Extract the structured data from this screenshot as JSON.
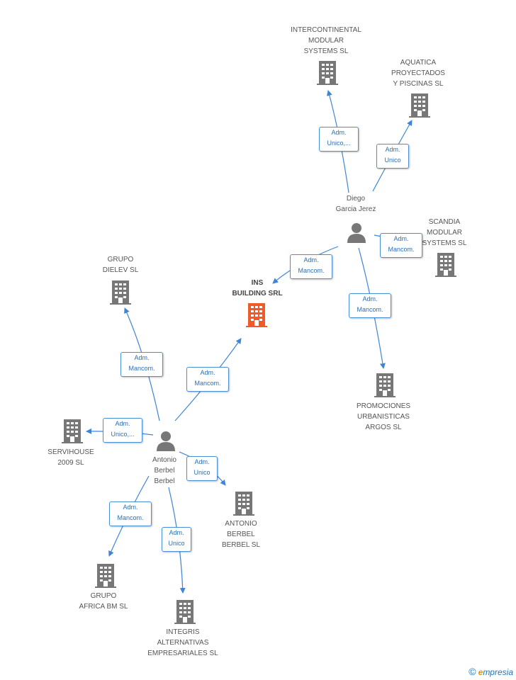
{
  "colors": {
    "edge": "#3d85d6",
    "building": "#777777",
    "building_center": "#f05a28",
    "person": "#777777",
    "label_border": "#4a90d9"
  },
  "center": {
    "name": "INS\nBUILDING SRL"
  },
  "persons": [
    {
      "id": "diego",
      "name": "Diego\nGarcia Jerez"
    },
    {
      "id": "antonio",
      "name": "Antonio\nBerbel\nBerbel"
    }
  ],
  "companies": [
    {
      "id": "intercontinental",
      "name": "INTERCONTINENTAL\nMODULAR\nSYSTEMS SL"
    },
    {
      "id": "aquatica",
      "name": "AQUATICA\nPROYECTADOS\nY PISCINAS SL"
    },
    {
      "id": "scandia",
      "name": "SCANDIA\nMODULAR\nSYSTEMS SL"
    },
    {
      "id": "promociones",
      "name": "PROMOCIONES\nURBANISTICAS\nARGOS SL"
    },
    {
      "id": "dielev",
      "name": "GRUPO\nDIELEV SL"
    },
    {
      "id": "servihouse",
      "name": "SERVIHOUSE\n2009 SL"
    },
    {
      "id": "antoniobb",
      "name": "ANTONIO\nBERBEL\nBERBEL SL"
    },
    {
      "id": "africa",
      "name": "GRUPO\nAFRICA BM SL"
    },
    {
      "id": "integris",
      "name": "INTEGRIS\nALTERNATIVAS\nEMPRESARIALES SL"
    }
  ],
  "edges": [
    {
      "id": "e1",
      "label": "Adm.\nUnico,..."
    },
    {
      "id": "e2",
      "label": "Adm.\nUnico"
    },
    {
      "id": "e3",
      "label": "Adm.\nMancom."
    },
    {
      "id": "e4",
      "label": "Adm.\nMancom."
    },
    {
      "id": "e5",
      "label": "Adm.\nMancom."
    },
    {
      "id": "e6",
      "label": "Adm.\nMancom."
    },
    {
      "id": "e7",
      "label": "Adm.\nMancom."
    },
    {
      "id": "e8",
      "label": "Adm.\nUnico,..."
    },
    {
      "id": "e9",
      "label": "Adm.\nUnico"
    },
    {
      "id": "e10",
      "label": "Adm.\nMancom."
    },
    {
      "id": "e11",
      "label": "Adm.\nUnico"
    }
  ],
  "brand": {
    "copyright": "©",
    "e": "e",
    "rest": "mpresia"
  }
}
